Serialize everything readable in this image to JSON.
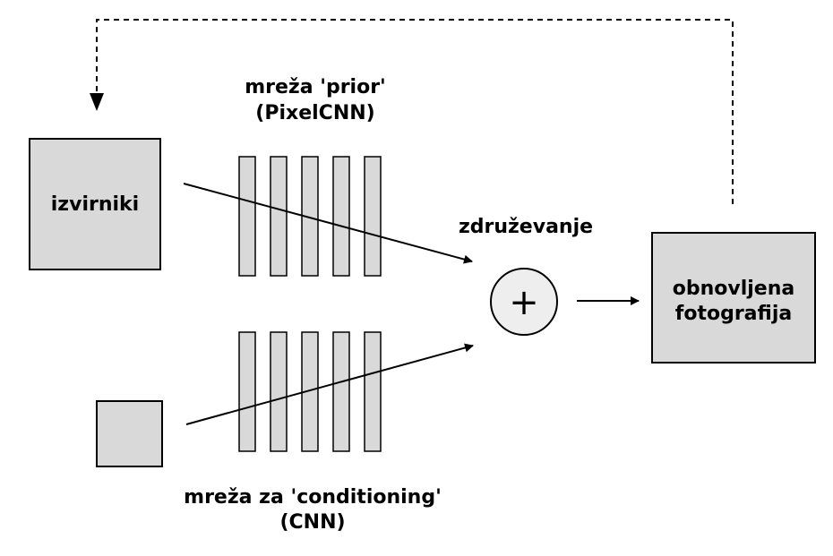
{
  "labels": {
    "prior_line1": "mreža 'prior'",
    "prior_line2": "(PixelCNN)",
    "source": "izvirniki",
    "merge": "združevanje",
    "plus": "+",
    "output_line1": "obnovljena",
    "output_line2": "fotografija",
    "cond_line1": "mreža za 'conditioning'",
    "cond_line2": "(CNN)"
  },
  "colors": {
    "box_fill": "#d9d9d9",
    "layer_fill": "#d9d9d9",
    "circle_fill": "#eeeeee",
    "stroke": "#000000"
  },
  "prior_network": {
    "layer_count": 5
  },
  "conditioning_network": {
    "layer_count": 5
  }
}
